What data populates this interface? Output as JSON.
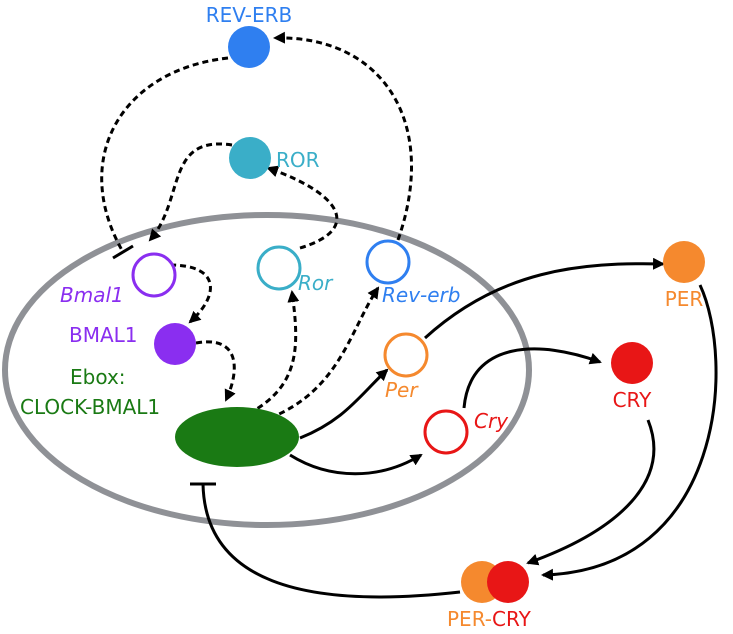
{
  "colors": {
    "rev_erb": "#2f7ff0",
    "ror": "#3aaec8",
    "bmal": "#8a2ef0",
    "clock": "#1a7a14",
    "per": "#f5892e",
    "cry": "#e81616",
    "cell": "#8f9196"
  },
  "labels": {
    "rev_erb_protein": "REV-ERB",
    "ror_protein": "ROR",
    "bmal1_gene": "Bmal1",
    "bmal1_protein": "BMAL1",
    "ror_gene": "Ror",
    "rev_erb_gene": "Rev-erb",
    "ebox_line1": "Ebox:",
    "ebox_line2": "CLOCK-BMAL1",
    "per_gene": "Per",
    "cry_gene": "Cry",
    "per_protein": "PER",
    "cry_protein": "CRY",
    "complex_per": "PER-",
    "complex_cry": "CRY"
  }
}
